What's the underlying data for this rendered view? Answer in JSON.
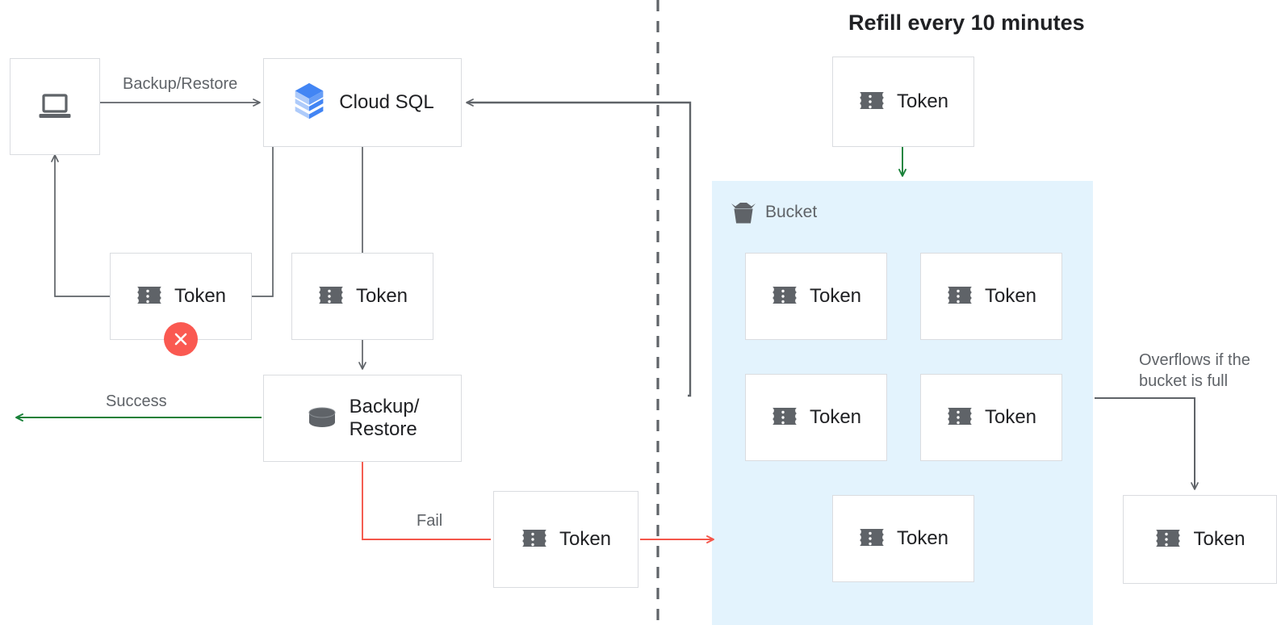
{
  "title": "Refill every 10 minutes",
  "colors": {
    "wire_gray": "#5f6368",
    "wire_green": "#188038",
    "wire_red": "#f4564a",
    "bucket_fill": "#e3f3fd",
    "node_border": "#dadce0",
    "icon_gray": "#5f6368",
    "error_red": "#fa5951",
    "cloudsql_blue_dark": "#4285f4",
    "cloudsql_blue_light": "#aecbfa"
  },
  "nodes": {
    "client": {
      "name": "client-node",
      "icon": "laptop-icon",
      "label": ""
    },
    "cloud_sql": {
      "name": "cloud-sql-node",
      "icon": "cloud-sql-icon",
      "label": "Cloud SQL"
    },
    "token_failed": {
      "name": "token-node-failed",
      "icon": "token-icon",
      "label": "Token",
      "badge": "error-badge"
    },
    "token_consumed": {
      "name": "token-node-consumed",
      "icon": "token-icon",
      "label": "Token"
    },
    "backup_restore": {
      "name": "backup-restore-node",
      "icon": "database-icon",
      "label": "Backup/\nRestore"
    },
    "token_returned": {
      "name": "token-node-returned",
      "icon": "token-icon",
      "label": "Token"
    },
    "token_refill": {
      "name": "token-node-refill",
      "icon": "token-icon",
      "label": "Token"
    },
    "token_overflow": {
      "name": "token-node-overflow",
      "icon": "token-icon",
      "label": "Token"
    }
  },
  "bucket": {
    "title": "Bucket",
    "icon": "bucket-icon",
    "tokens": [
      {
        "label": "Token",
        "icon": "token-icon"
      },
      {
        "label": "Token",
        "icon": "token-icon"
      },
      {
        "label": "Token",
        "icon": "token-icon"
      },
      {
        "label": "Token",
        "icon": "token-icon"
      },
      {
        "label": "Token",
        "icon": "token-icon"
      }
    ]
  },
  "edges": {
    "backup_restore": "Backup/Restore",
    "success": "Success",
    "fail": "Fail",
    "overflow": "Overflows if the\nbucket is full"
  }
}
